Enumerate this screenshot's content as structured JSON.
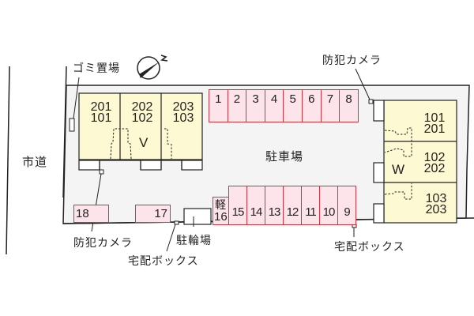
{
  "colors": {
    "site_fill": "#f4f4f4",
    "building_fill": "#fdf9d3",
    "parking_fill": "#fde4ea",
    "parking_border": "#d9323f",
    "line": "#222222"
  },
  "labels": {
    "garbage": "ゴミ置場",
    "city_road": "市道",
    "parking_lot": "駐車場",
    "bicycle_parking": "駐輪場",
    "camera_top": "防犯カメラ",
    "camera_bottom": "防犯カメラ",
    "delivery_box_left": "宅配ボックス",
    "delivery_box_right": "宅配ボックス"
  },
  "compass": {
    "icon": "north-arrow-icon",
    "direction": "N"
  },
  "building_v": {
    "mark": "V",
    "units": [
      {
        "upper": "201",
        "lower": "101"
      },
      {
        "upper": "202",
        "lower": "102"
      },
      {
        "upper": "203",
        "lower": "103"
      }
    ]
  },
  "building_w": {
    "mark": "W",
    "units": [
      {
        "upper": "101",
        "lower": "201"
      },
      {
        "upper": "102",
        "lower": "202"
      },
      {
        "upper": "103",
        "lower": "203"
      }
    ]
  },
  "parking_top": [
    "1",
    "2",
    "3",
    "4",
    "5",
    "6",
    "7",
    "8"
  ],
  "parking_bottom": [
    "15",
    "14",
    "13",
    "12",
    "11",
    "10",
    "9"
  ],
  "parking_kei": {
    "tag": "軽",
    "number": "16"
  },
  "parking_17": "17",
  "parking_18": "18"
}
